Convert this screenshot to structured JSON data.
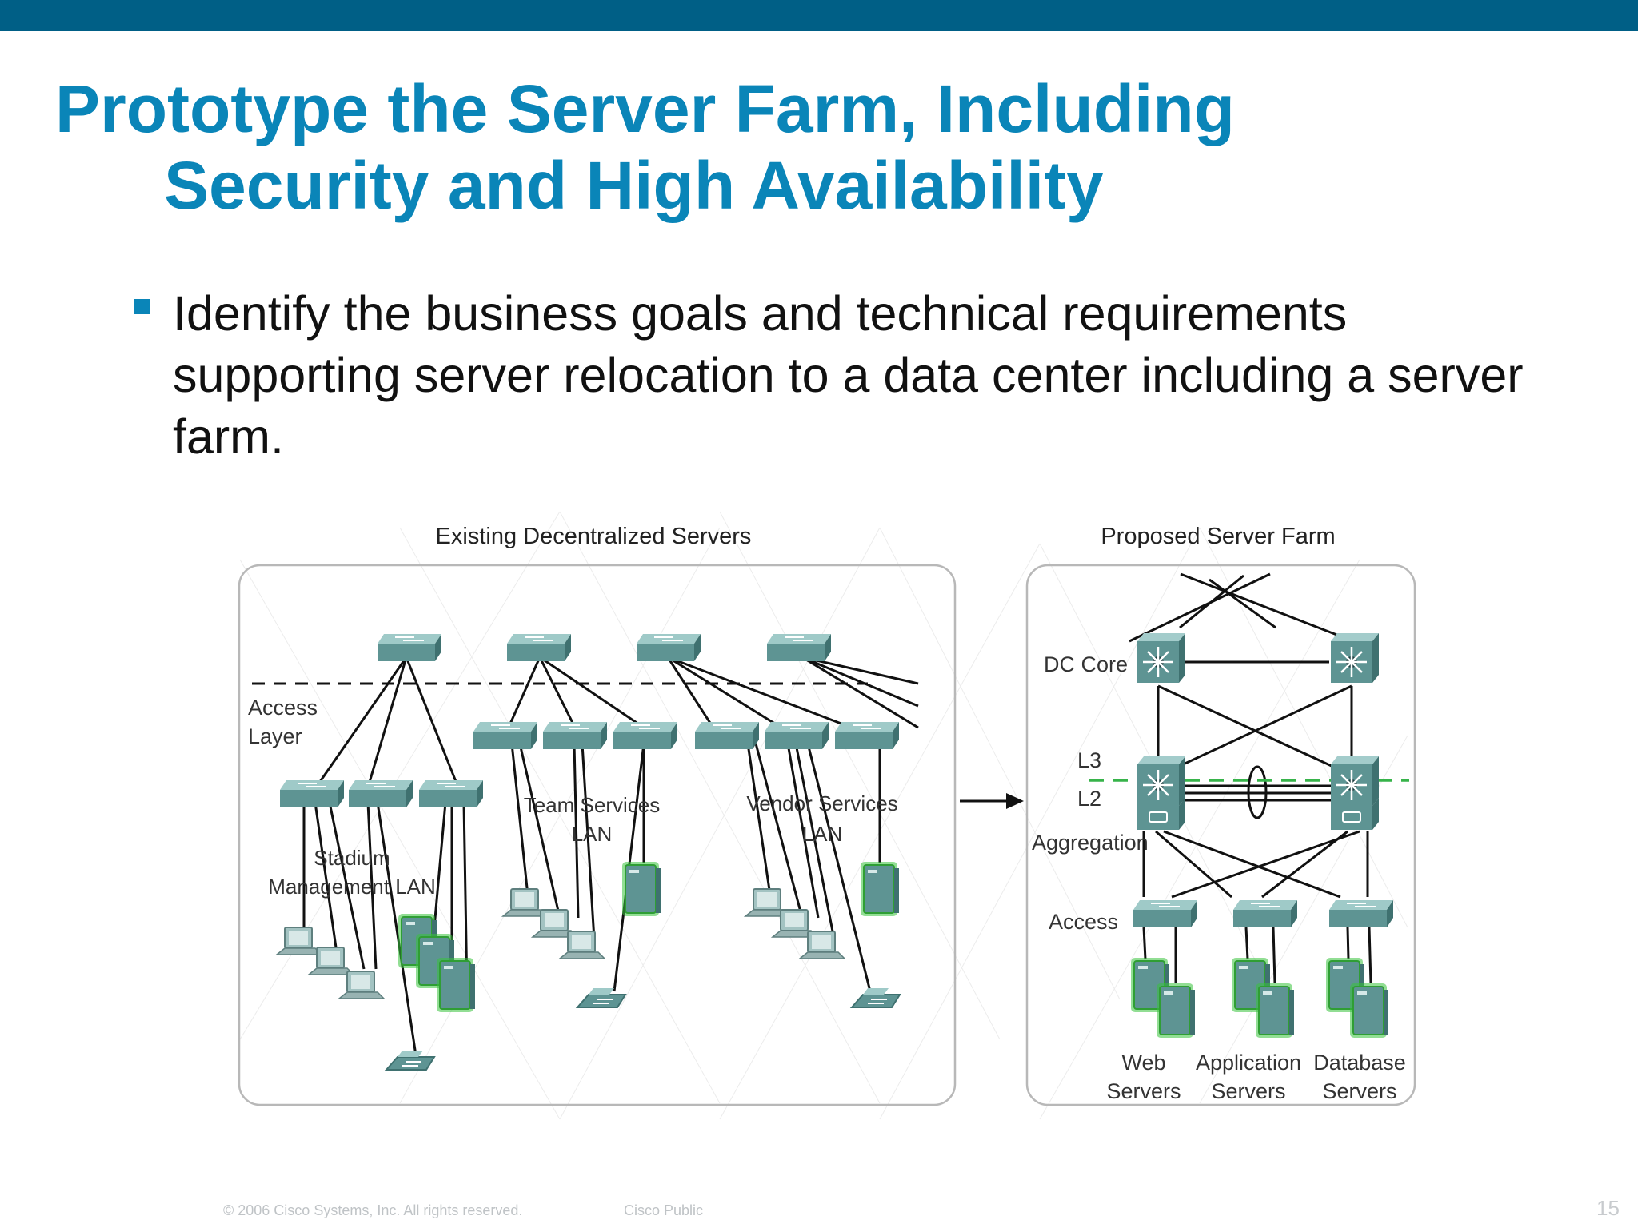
{
  "title": {
    "line1": "Prototype the Server Farm, Including",
    "line2": "Security and High Availability"
  },
  "bullet": {
    "text": "Identify the business goals and technical requirements supporting server relocation to a data center including a server farm."
  },
  "diagram": {
    "existing": {
      "heading": "Existing Decentralized Servers",
      "access_layer": [
        "Access",
        "Layer"
      ],
      "stadium_lan": [
        "Stadium",
        "Management LAN"
      ],
      "team_lan": [
        "Team Services",
        "LAN"
      ],
      "vendor_lan": [
        "Vendor Services",
        "LAN"
      ]
    },
    "proposed": {
      "heading": "Proposed Server Farm",
      "dc_core": "DC Core",
      "l3": "L3",
      "l2": "L2",
      "aggregation": "Aggregation",
      "access": "Access",
      "web_servers": [
        "Web",
        "Servers"
      ],
      "app_servers": [
        "Application",
        "Servers"
      ],
      "db_servers": [
        "Database",
        "Servers"
      ]
    }
  },
  "footer": {
    "copyright": "© 2006 Cisco Systems, Inc. All rights reserved.",
    "classification": "Cisco Public",
    "page_number": "15"
  },
  "colors": {
    "header_bar": "#005f86",
    "title": "#0a85b8",
    "device": "#5e9493",
    "server_glow": "#39c23c",
    "l3l2_boundary": "#37b34a"
  }
}
